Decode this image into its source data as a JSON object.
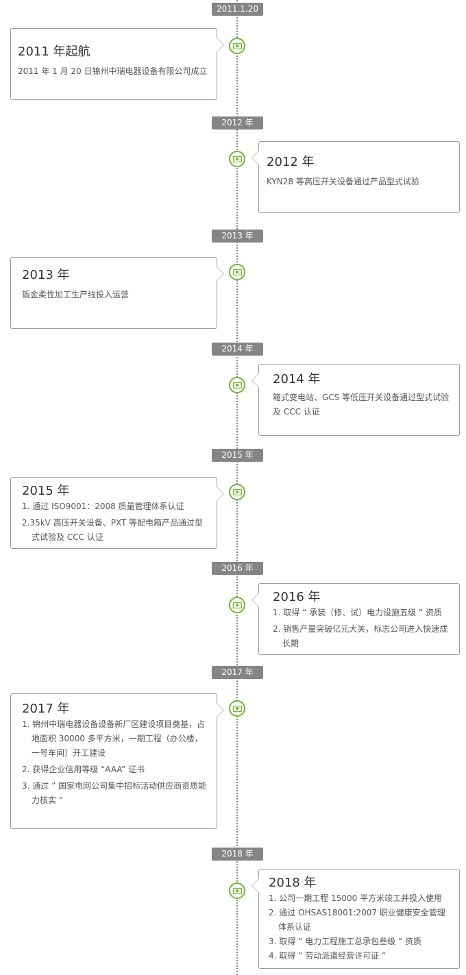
{
  "accent_color": "#6cb92f",
  "icon": "money-bill-icon",
  "events": [
    {
      "label": "2011.1.20",
      "side": "left",
      "title": "2011 年起航",
      "lines": [
        "2011 年 1 月 20 日锦州中瑞电器设备有限公司成立"
      ]
    },
    {
      "label": "2012 年",
      "side": "right",
      "title": "2012 年",
      "lines": [
        "KYN28 等高压开关设备通过产品型式试验"
      ]
    },
    {
      "label": "2013 年",
      "side": "left",
      "title": "2013 年",
      "lines": [
        "钣金柔性加工生产线投入运营"
      ]
    },
    {
      "label": "2014 年",
      "side": "right",
      "title": "2014 年",
      "lines": [
        "箱式变电站、GCS 等低压开关设备通过型式试验及 CCC 认证"
      ]
    },
    {
      "label": "2015 年",
      "side": "left",
      "title": "2015 年",
      "lines": [
        "1. 通过 ISO9001：2008 质量管理体系认证",
        "2.35kV 高压开关设备、PXT 等配电箱产品通过型式试验及 CCC 认证"
      ]
    },
    {
      "label": "2016 年",
      "side": "right",
      "title": "2016 年",
      "lines": [
        "1. 取得 “ 承装（修、试）电力设施五级 ” 资质",
        "2. 销售产量突破亿元大关，标志公司进入快速成长期"
      ]
    },
    {
      "label": "2017 年",
      "side": "left",
      "title": "2017 年",
      "lines": [
        "1. 锦州中瑞电器设备设备新厂区建设项目奠基，占地面积 30000 多平方米，一期工程（办公楼，一号车间）开工建设",
        "2. 获得企业信用等级 “AAA” 证书",
        "3. 通过 ” 国家电网公司集中招标活动供应商资质能力核实 ”"
      ]
    },
    {
      "label": "2018 年",
      "side": "right",
      "title": "2018 年",
      "lines": [
        "1. 公司一期工程 15000 平方米竣工并投入使用",
        "2. 通过 OHSAS18001:2007 职业健康安全管理体系认证",
        "3. 取得 ” 电力工程施工总承包叁级 ” 资质",
        "4. 取得 ” 劳动派遣经营许可证 ”"
      ]
    }
  ]
}
